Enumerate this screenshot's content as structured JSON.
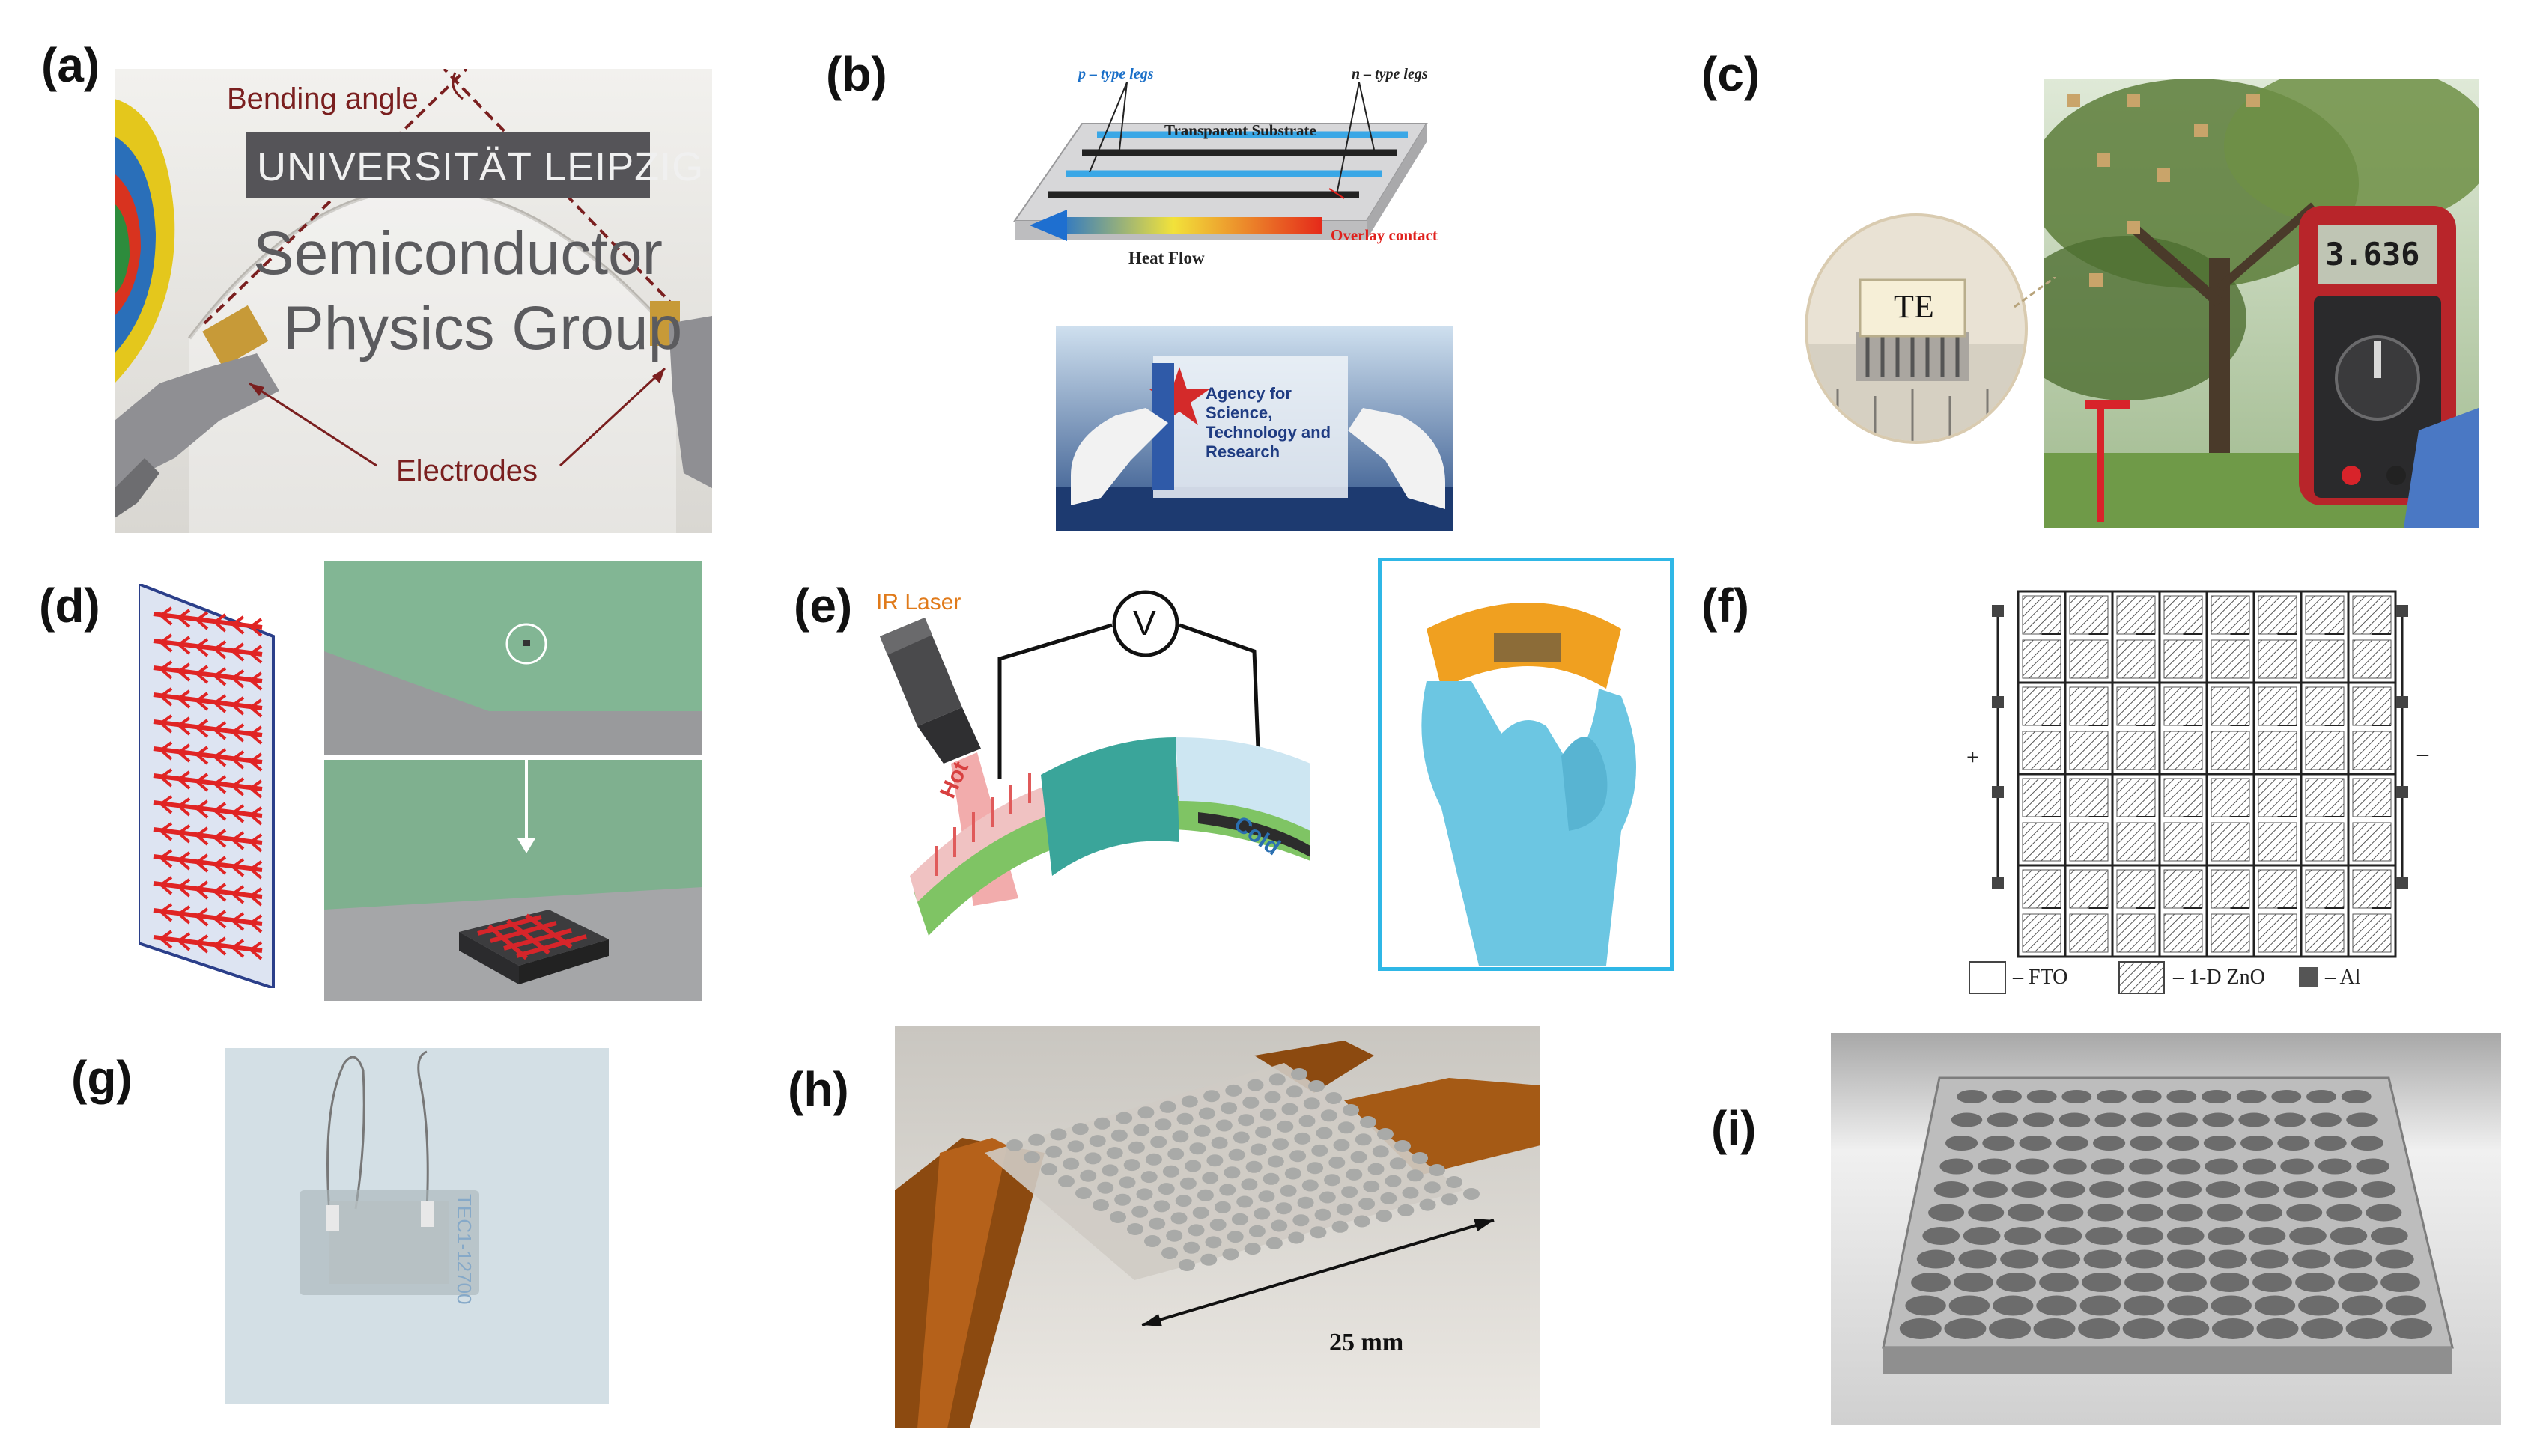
{
  "panel_labels": [
    "(a)",
    "(b)",
    "(c)",
    "(d)",
    "(e)",
    "(f)",
    "(g)",
    "(h)",
    "(i)"
  ],
  "a": {
    "bending_angle": "Bending angle",
    "banner": "UNIVERSITÄT LEIPZIG",
    "line1": "Semiconductor",
    "line2": "Physics Group",
    "electrodes": "Electrodes"
  },
  "b": {
    "p_legs": "p – type legs",
    "n_legs": "n – type legs",
    "substrate": "Transparent Substrate",
    "overlay": "Overlay contact",
    "heat_flow": "Heat Flow",
    "sign": "Agency for Science, Technology and Research"
  },
  "c": {
    "te": "TE",
    "reading": "3.636"
  },
  "e": {
    "laser": "IR Laser",
    "v": "V",
    "hot": "Hot",
    "cold": "Cold"
  },
  "f": {
    "fto": "– FTO",
    "zno": "– 1-D ZnO",
    "al": "– Al",
    "plus": "+",
    "minus": "–"
  },
  "g": {
    "side_text": "TEC1-12700"
  },
  "h": {
    "scale": "25 mm"
  },
  "colors": {
    "label": "#111111",
    "maroon": "#7a1f1f",
    "blue": "#1a8fd6",
    "red": "#e0201c"
  }
}
